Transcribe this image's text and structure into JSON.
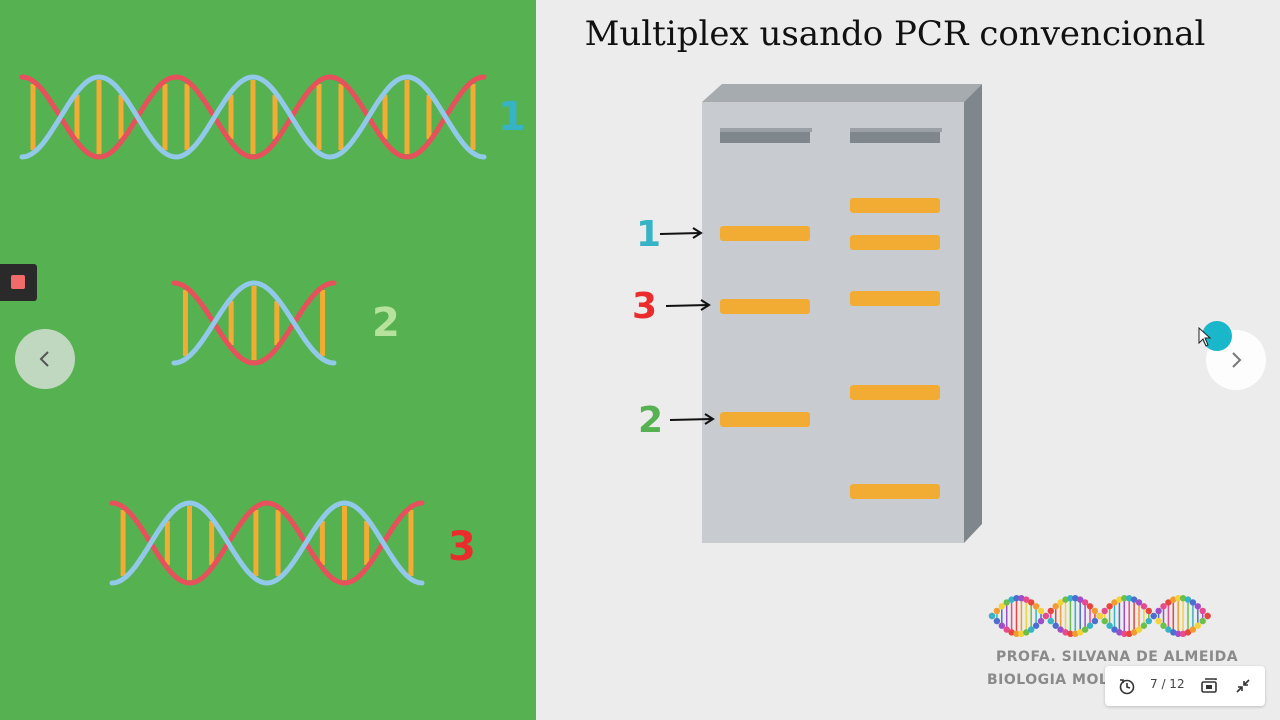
{
  "slide": {
    "title": "Multiplex usando PCR convencional",
    "dna_labels": [
      "1",
      "2",
      "3"
    ],
    "gel_labels": [
      "1",
      "3",
      "2"
    ],
    "credit_line1": "PROFA. SILVANA DE ALMEIDA",
    "credit_line2": "BIOLOGIA MOLECULAR – UFCSPA"
  },
  "colors": {
    "left_background": "#56b150",
    "right_background": "#ececec",
    "strand_red": "#e6515c",
    "strand_blue": "#92c9ea",
    "base_pair": "#f2ac33",
    "band": "#f2ac33",
    "label_1": "#36b3c4",
    "label_2_dna": "#b7e29c",
    "label_2_gel": "#56b150",
    "label_3": "#ea2c2c"
  },
  "viewer": {
    "page_counter": "7 / 12",
    "icons": [
      "stop-icon",
      "chevron-left-icon",
      "chevron-right-icon",
      "history-icon",
      "window-icon",
      "collapse-icon"
    ]
  }
}
